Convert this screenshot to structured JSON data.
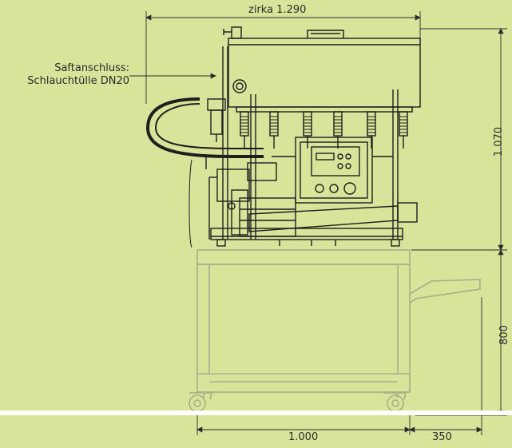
{
  "dimensions": {
    "width_top": "zirka 1.290",
    "height_machine": "1.070",
    "height_table": "800",
    "width_table": "1.000",
    "width_tray": "350"
  },
  "callout": {
    "line1": "Saftanschluss:",
    "line2": "Schlauchtülle DN20"
  },
  "colors": {
    "background": "#d9e39a",
    "machine_line": "#1e1e1e",
    "table_line": "#a9ae86",
    "dim_line": "#2b2b2b"
  }
}
